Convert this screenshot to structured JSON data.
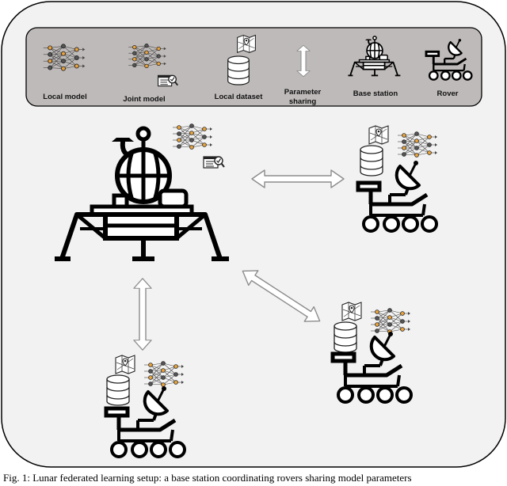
{
  "legend": {
    "items": [
      {
        "id": "local_model",
        "label": "Local model",
        "icon": "neural-network-icon"
      },
      {
        "id": "joint_model",
        "label": "Joint model",
        "icon": "neural-network-check-icon"
      },
      {
        "id": "local_dataset",
        "label": "Local dataset",
        "icon": "database-map-icon"
      },
      {
        "id": "param_sharing",
        "label_line1": "Parameter",
        "label_line2": "sharing",
        "icon": "double-arrow-icon"
      },
      {
        "id": "base_station",
        "label": "Base station",
        "icon": "lander-icon"
      },
      {
        "id": "rover",
        "label": "Rover",
        "icon": "rover-icon"
      }
    ]
  },
  "nodes": [
    {
      "id": "base-station",
      "kind": "base station",
      "models": [
        "joint model"
      ]
    },
    {
      "id": "rover-1",
      "kind": "rover",
      "models": [
        "local model",
        "local dataset"
      ]
    },
    {
      "id": "rover-2",
      "kind": "rover",
      "models": [
        "local model",
        "local dataset"
      ]
    },
    {
      "id": "rover-3",
      "kind": "rover",
      "models": [
        "local model",
        "local dataset"
      ]
    }
  ],
  "colors": {
    "panel_bg": "#f2f2f2",
    "legend_bg": "#bfbaba",
    "outline": "#000000",
    "node_orange": "#e8a33c",
    "arrow_stroke": "#8c8c8c"
  },
  "caption": "Fig. 1: Lunar federated learning setup: a base station coordinating rovers sharing model parameters"
}
